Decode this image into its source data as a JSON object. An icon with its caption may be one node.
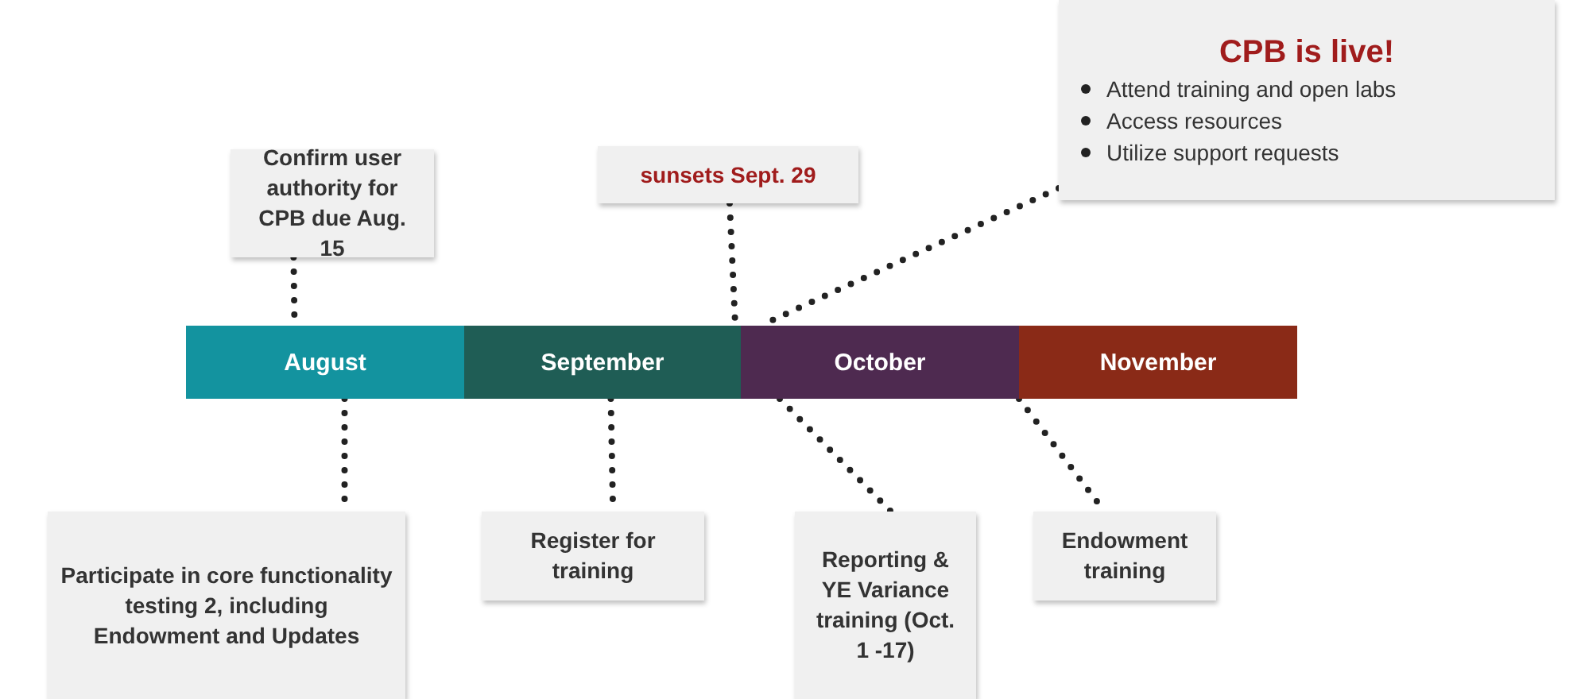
{
  "diagram": {
    "nodes": [
      {
        "text": [
          "Confirm user authority for CPB due Aug. 15"
        ]
      },
      {
        "text": [
          "sunsets Sept. 29"
        ]
      },
      {
        "text": [
          "CPB is live!",
          "Attend training and open labs",
          "Access resources",
          "Utilize support requests"
        ]
      },
      {
        "text": [
          "August"
        ]
      },
      {
        "text": [
          "September"
        ]
      },
      {
        "text": [
          "October"
        ]
      },
      {
        "text": [
          "November"
        ]
      },
      {
        "text": [
          "Participate in core functionality testing 2, including Endowment and Updates"
        ]
      },
      {
        "text": [
          "Register for training"
        ]
      },
      {
        "text": [
          "Reporting & YE Variance training (Oct. 1 -17)"
        ]
      },
      {
        "text": [
          "Endowment training"
        ]
      }
    ],
    "edges": [
      {
        "from": 0,
        "to": 3,
        "arrow": "none",
        "style": "dashed"
      },
      {
        "from": 1,
        "to": 4,
        "arrow": "none",
        "style": "dashed"
      },
      {
        "from": 2,
        "to": 5,
        "arrow": "none",
        "style": "dashed"
      },
      {
        "from": 3,
        "to": 7,
        "arrow": "none",
        "style": "dashed"
      },
      {
        "from": 4,
        "to": 8,
        "arrow": "none",
        "style": "dashed"
      },
      {
        "from": 5,
        "to": 9,
        "arrow": "none",
        "style": "dashed"
      },
      {
        "from": 6,
        "to": 10,
        "arrow": "none",
        "style": "dashed"
      }
    ]
  }
}
